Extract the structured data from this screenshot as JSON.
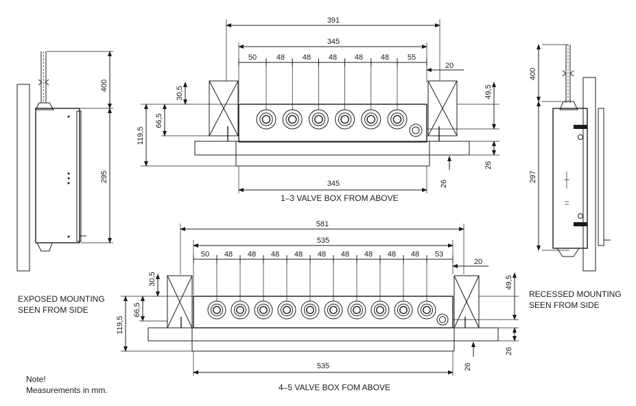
{
  "captions": {
    "exposed_line1": "EXPOSED MOUNTING",
    "exposed_line2": "SEEN FROM SIDE",
    "recessed_line1": "RECESSED MOUNTING",
    "recessed_line2": "SEEN FROM SIDE",
    "box13": "1–3 VALVE BOX FROM ABOVE",
    "box45": "4–5 VALVE BOX FOM ABOVE",
    "note_line1": "Note!",
    "note_line2": "Measurements in mm."
  },
  "dims": {
    "exposed": {
      "top": "400",
      "height": "295"
    },
    "recessed": {
      "top": "400",
      "height": "297"
    },
    "box13": {
      "overall": "391",
      "inner": "345",
      "bottom": "345",
      "pitch_first": "50",
      "pitch": "48",
      "pitch_last": "55",
      "right_offset": "20",
      "top_left": "30,5",
      "mid_left": "66,5",
      "height_left": "119,5",
      "top_right": "49,5",
      "bottom_right": "26",
      "bottom_tag": "26",
      "valve_count": 6
    },
    "box45": {
      "overall": "581",
      "inner": "535",
      "bottom": "535",
      "pitch_first": "50",
      "pitch": "48",
      "pitch_last": "53",
      "right_offset": "20",
      "top_left": "30,5",
      "mid_left": "66,5",
      "height_left": "119,5",
      "top_right": "49,5",
      "bottom_right": "26",
      "bottom_tag": "26",
      "valve_count": 10
    }
  }
}
